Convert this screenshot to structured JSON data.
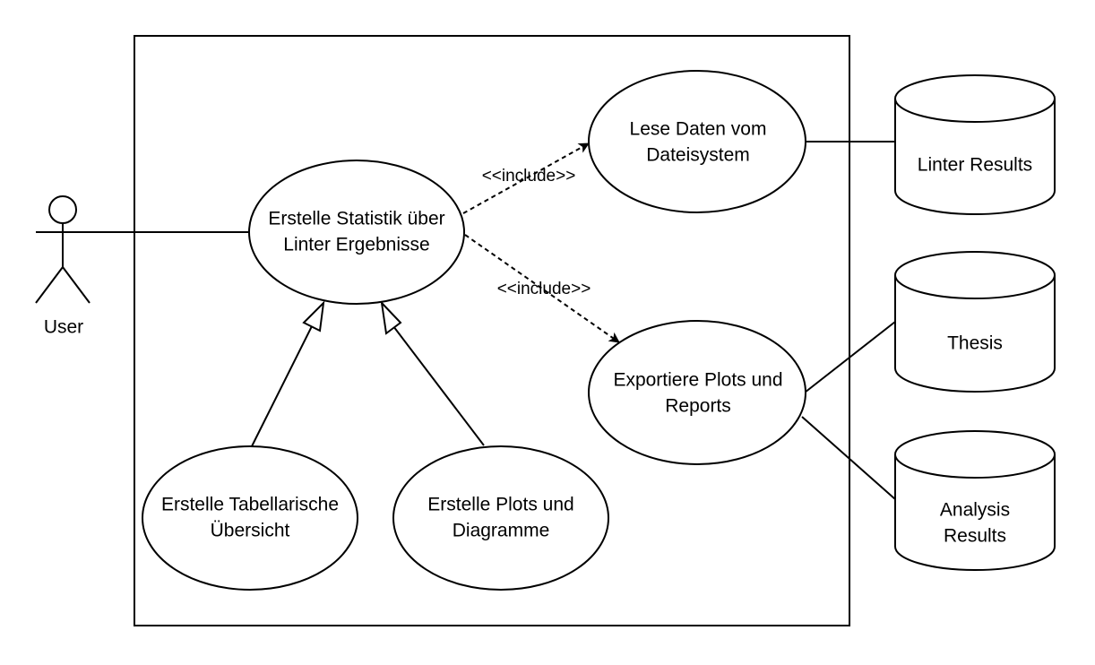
{
  "actor": {
    "label": "User"
  },
  "use_cases": {
    "main": [
      "Erstelle Statistik über",
      "Linter Ergebnisse"
    ],
    "read": [
      "Lese Daten vom",
      "Dateisystem"
    ],
    "export": [
      "Exportiere Plots und",
      "Reports"
    ],
    "table": [
      "Erstelle Tabellarische",
      "Übersicht"
    ],
    "plots": [
      "Erstelle Plots und",
      "Diagramme"
    ]
  },
  "data_stores": {
    "linter": [
      "Linter Results"
    ],
    "thesis": [
      "Thesis"
    ],
    "analysis": [
      "Analysis",
      "Results"
    ]
  },
  "relations": {
    "include_read": "<<include>>",
    "include_export": "<<include>>"
  }
}
